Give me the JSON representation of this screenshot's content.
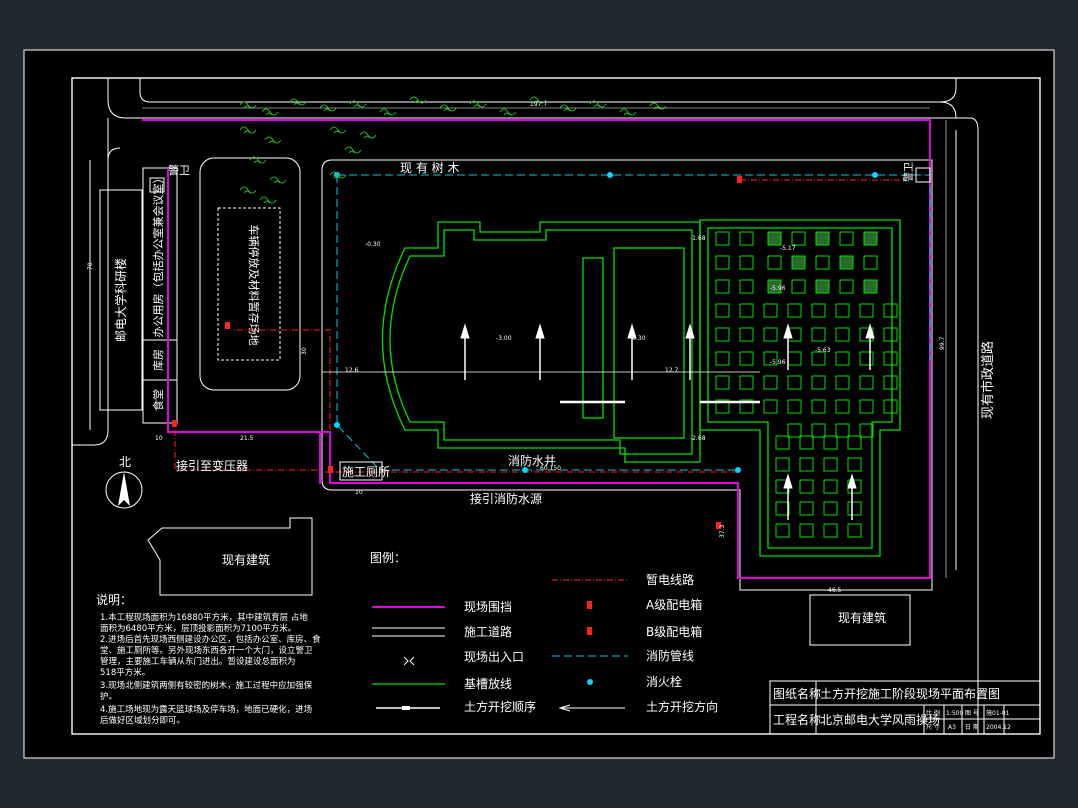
{
  "site": {
    "existing_trees": "现 有 树 木",
    "east_road": "现有市政道路",
    "office_block": "办公用房（包括办公室兼会议室）",
    "warehouse": "库房",
    "canteen": "食堂",
    "guard_nw": "警卫",
    "guard_ne": "警卫",
    "west_building": "邮电大学科研楼",
    "parking": "车辆停放及材料暂存场地",
    "toilet": "施工厕所",
    "fire_well": "消防水井",
    "to_transformer": "接引至变压器",
    "fire_water_source": "接引消防水源",
    "north": "北",
    "existing_bldg_sw": "现有建筑",
    "existing_bldg_se": "现有建筑"
  },
  "dims": {
    "top_width": "197.7",
    "east_height": "99.7",
    "se_width": "46.5",
    "bottom_left": "21.5",
    "toilet_w": "10",
    "east_drop": "37.3",
    "level_1": "-0.30",
    "level_2": "-3.00",
    "level_3": "-5.96",
    "level_4": "-5.63",
    "level_5": "-0.30",
    "level_6": "-1.68",
    "level_7": "-2.68",
    "level_8": "-5.17",
    "level_9": "-5.96",
    "small_a": "12.6",
    "small_b": "12.7",
    "west_v": "70",
    "park_v": "30",
    "gate_l": "10",
    "gate_r": "60.150"
  },
  "legend": {
    "title": "图例：",
    "items": [
      {
        "label": "现场围挡"
      },
      {
        "label": "施工道路"
      },
      {
        "label": "现场出入口"
      },
      {
        "label": "基槽放线"
      },
      {
        "label": "土方开挖顺序"
      },
      {
        "label": "暂电线路"
      },
      {
        "label": "A级配电箱"
      },
      {
        "label": "B级配电箱"
      },
      {
        "label": "消防管线"
      },
      {
        "label": "消火栓"
      },
      {
        "label": "土方开挖方向"
      }
    ]
  },
  "notes": {
    "title": "说明：",
    "lines": [
      "1.本工程现场面积为16880平方米，其中建筑育层 占地",
      "面积为6480平方米，层顶投影面积为7100平方米。",
      "2.进场后首先现场西侧建设办公区，包括办公室、库房、食",
      "堂、施工厕所等。另外现场东西各开一个大门，设立警卫",
      "管理，主要施工车辆从东门进出。暂设建设总面积为",
      "518平方米。",
      "3.现场北侧建筑两侧有较密的树木，施工过程中应加强保",
      "护。",
      "4.施工场地现为露天篮球场及停车场，地面已硬化，进场",
      "后做好区域划分即可。"
    ]
  },
  "title_block": {
    "drawing_name_label": "图纸名称",
    "drawing_name": "土方开挖施工阶段现场平面布置图",
    "project_label": "工程名称",
    "project_name": "北京邮电大学风雨操场",
    "scale_label": "比 例",
    "scale": "1:500",
    "sheet_no_label": "图 号",
    "sheet_no": "施01-01",
    "size_label": "尺 寸",
    "size": "A3",
    "date_label": "日 期",
    "date": "2004.12"
  },
  "colors": {
    "fence": "#e000e0",
    "road": "#ffffff",
    "foundation": "#00e000",
    "temp_power": "#ff2020",
    "fire_pipe": "#00c8e0",
    "hydrant": "#00d8ff",
    "frame": "#ffffff",
    "tree": "#22b822",
    "sheet_bg": "#000000"
  }
}
